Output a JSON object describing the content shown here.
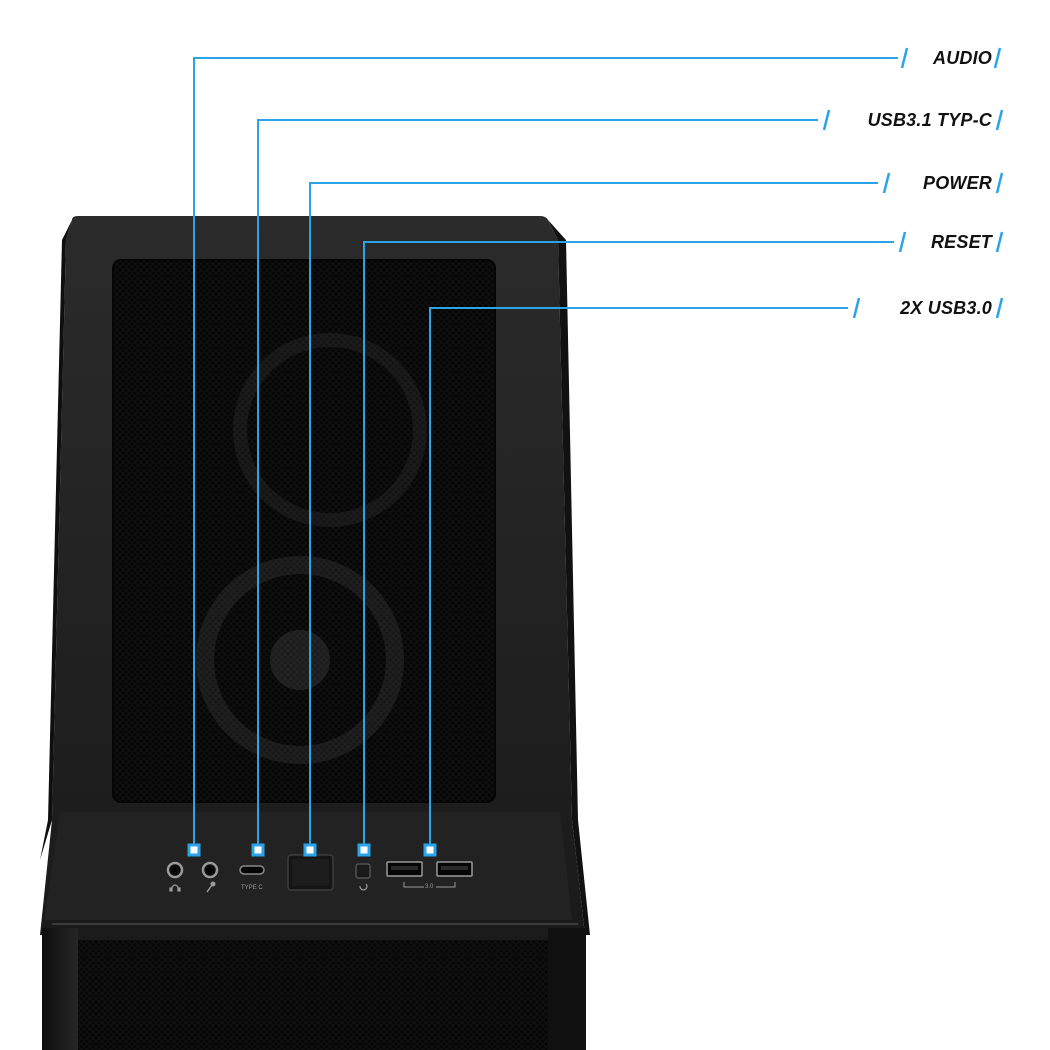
{
  "callouts": [
    {
      "id": "audio",
      "label": "AUDIO"
    },
    {
      "id": "usb-c",
      "label": "USB3.1 TYP-C"
    },
    {
      "id": "power",
      "label": "POWER"
    },
    {
      "id": "reset",
      "label": "RESET"
    },
    {
      "id": "usb3",
      "label": "2X USB3.0"
    }
  ],
  "port_labels": {
    "type_c": "TYPE C",
    "usb_speed": "3.0"
  },
  "colors": {
    "accent": "#2aa3e8",
    "case_dark": "#1b1b1b",
    "label_text": "#111111"
  },
  "icons": [
    "headphone-icon",
    "microphone-icon",
    "reset-icon"
  ]
}
